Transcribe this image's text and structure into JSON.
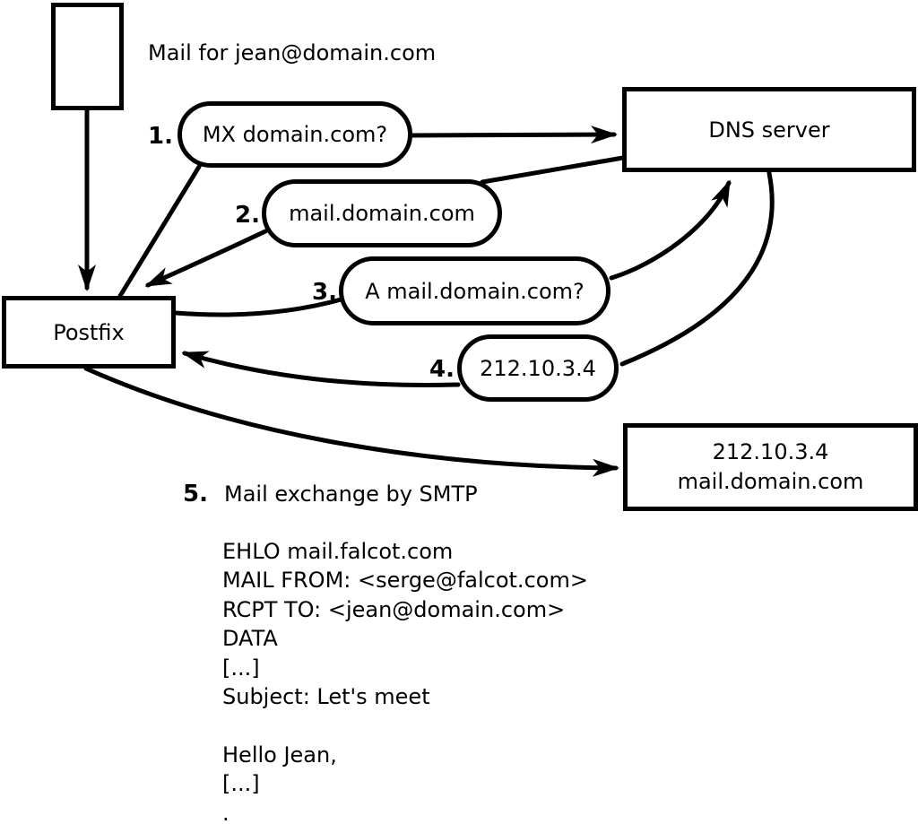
{
  "note": "Mail for jean@domain.com",
  "nodes": {
    "postfix": "Postfix",
    "dns": "DNS server",
    "mail_server": {
      "line1": "212.10.3.4",
      "line2": "mail.domain.com"
    }
  },
  "steps": [
    {
      "num": "1.",
      "label": "MX domain.com?"
    },
    {
      "num": "2.",
      "label": "mail.domain.com"
    },
    {
      "num": "3.",
      "label": "A mail.domain.com?"
    },
    {
      "num": "4.",
      "label": "212.10.3.4"
    },
    {
      "num": "5.",
      "label": "Mail exchange by SMTP"
    }
  ],
  "smtp_session": [
    "EHLO mail.falcot.com",
    "MAIL FROM: <serge@falcot.com>",
    "RCPT TO: <jean@domain.com>",
    "DATA",
    "[...]",
    "Subject: Let's meet",
    "",
    "Hello Jean,",
    "[...]",
    "."
  ],
  "colors": {
    "stroke": "#000000",
    "background": "#ffffff"
  }
}
